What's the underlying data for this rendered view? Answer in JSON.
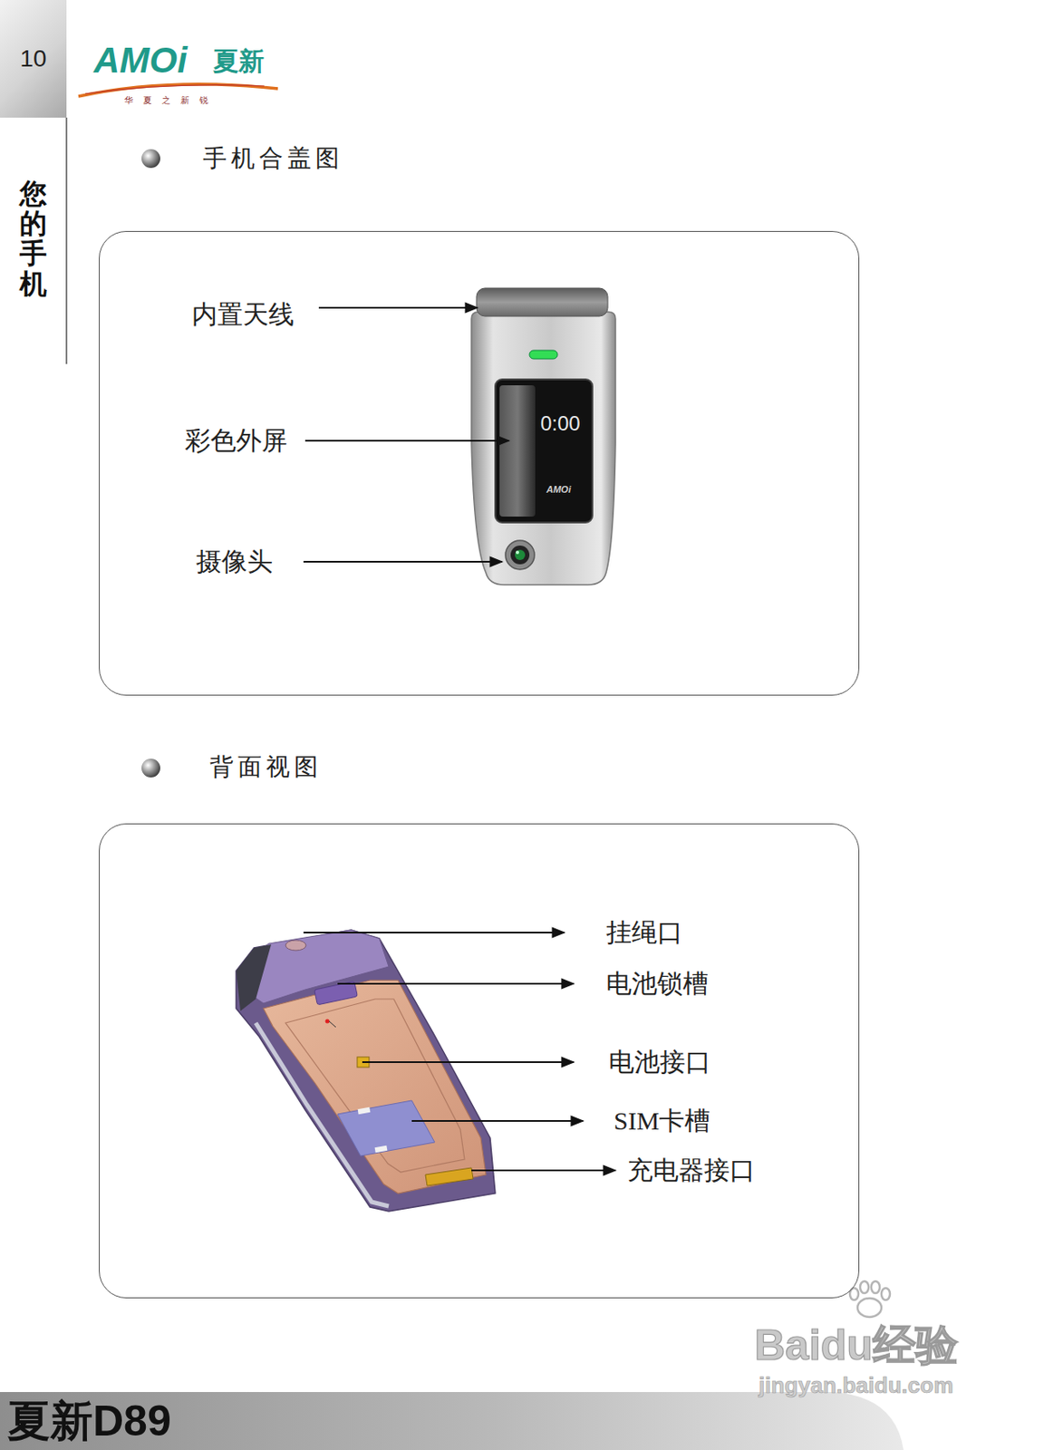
{
  "diagram": {
    "nodes": [
      {
        "text": [
          "10"
        ]
      },
      {
        "text": [
          "手机合盖图"
        ]
      },
      {
        "text": [
          "背面视图"
        ]
      },
      {
        "text": [
          "夏新D89"
        ]
      }
    ],
    "labels": [
      "AMOi",
      "夏新",
      "华夏之新锐",
      "您的手机",
      "内置天线",
      "彩色外屏",
      "摄像头",
      "0:00",
      "AMOi",
      "挂绳口",
      "电池锁槽",
      "电池接口",
      "SIM卡槽",
      "充电器接口",
      "Baidu经验",
      "jingyan.baidu.com"
    ]
  }
}
